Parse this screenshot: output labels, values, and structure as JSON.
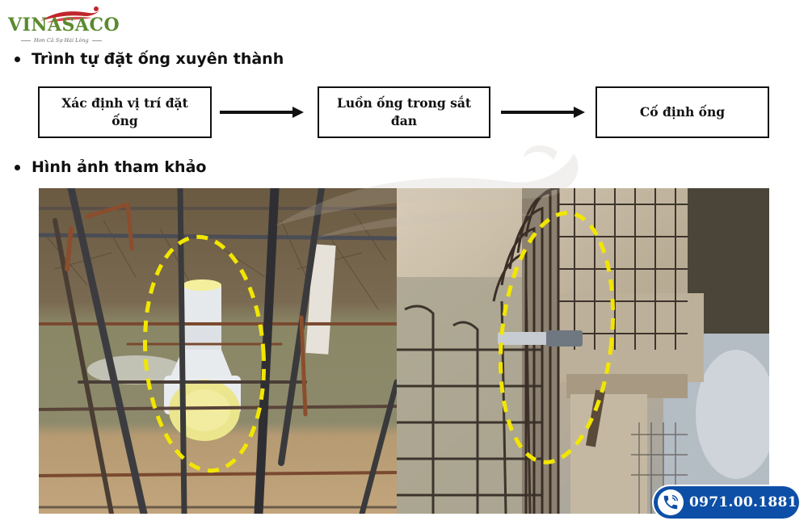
{
  "logo": {
    "brand": "VINASACO",
    "tagline": "Hơn Cả Sự Hài Lòng",
    "colors": {
      "green": "#5b8a2e",
      "red": "#c0262d"
    }
  },
  "sections": {
    "procedure": {
      "heading": "Trình tự đặt ống xuyên thành",
      "steps": [
        {
          "label": "Xác định vị trí đặt ống"
        },
        {
          "label": "Luồn ống trong sắt đan"
        },
        {
          "label": "Cố định ống"
        }
      ]
    },
    "reference": {
      "heading": "Hình ảnh tham khảo",
      "photos": [
        {
          "name": "pvc-sleeve-in-rebar-cage",
          "highlight_color": "#f2e600"
        },
        {
          "name": "pipe-through-wall-rebar",
          "highlight_color": "#f2e600"
        }
      ]
    }
  },
  "contact": {
    "phone": "0971.00.1881",
    "badge_color": "#0d4fa6"
  }
}
